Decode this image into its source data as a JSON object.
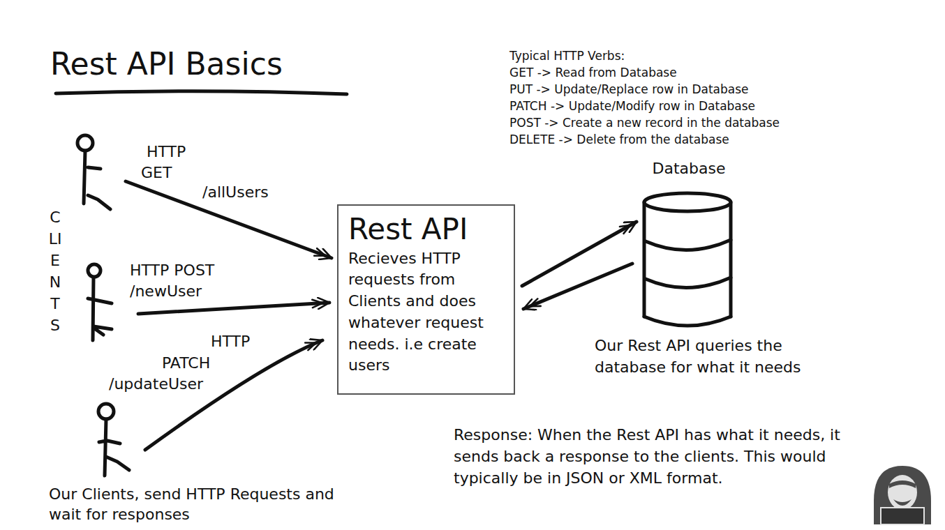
{
  "diagram": {
    "title": "Rest API Basics",
    "nodes": [
      {
        "text": [
          "Rest API",
          "Recieves HTTP requests from Clients and does whatever request needs. i.e create users"
        ]
      },
      {
        "text": [
          "Database"
        ]
      }
    ],
    "edges": [
      {
        "from": 0,
        "to": 1,
        "arrow": "to"
      },
      {
        "from": 1,
        "to": 0,
        "arrow": "to"
      }
    ],
    "labels": [
      "Typical HTTP Verbs:",
      "GET -> Read from Database",
      "PUT -> Update/Replace row in Database",
      "PATCH -> Update/Modify row in Database",
      "POST -> Create a new record in the database",
      "DELETE -> Delete from the database",
      "CLIENTS",
      "HTTP GET",
      "/allUsers",
      "HTTP POST",
      "/newUser",
      "HTTP PATCH",
      "/updateUser",
      "Our Clients, send HTTP Requests and wait for responses",
      "Our Rest API queries the database for what it needs",
      "Response: When the Rest API has what it needs, it sends back a response to the clients. This would typically be in JSON or XML format."
    ]
  }
}
